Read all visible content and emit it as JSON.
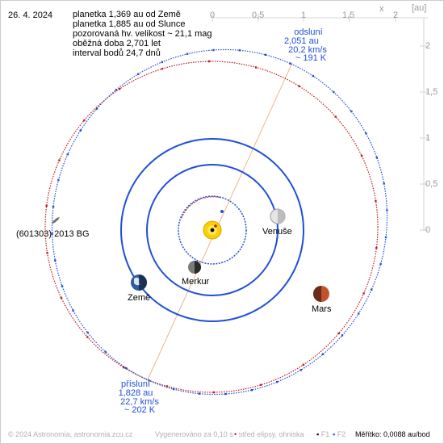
{
  "date": "26. 4. 2024",
  "info": {
    "line1": "planetka 1,369 au od Země",
    "line2": "planetka 1,885 au od Slunce",
    "line3": "pozorovaná hv. velikost ~ 21,1 mag",
    "line4": "oběžná doba 2,701 let",
    "line5": "interval bodů 24,7 dnů"
  },
  "axis": {
    "x_label": "x",
    "unit_label": "[au]",
    "x_ticks": [
      "0",
      "0,5",
      "1",
      "1,5",
      "2"
    ],
    "y_ticks": [
      "2",
      "1,5",
      "1",
      "0,5",
      "0"
    ]
  },
  "bodies": {
    "mercury": "Merkur",
    "venus": "Venuše",
    "earth": "Země",
    "mars": "Mars",
    "asteroid": "(601303) 2013 BG"
  },
  "aphelion": {
    "title": "odsluní",
    "distance": "2,051 au",
    "speed": "20,2 km/s",
    "temp": "~ 191 K"
  },
  "perihelion": {
    "title": "přísluní",
    "distance": "1,828 au",
    "speed": "22,7 km/s",
    "temp": "~ 202 K"
  },
  "footer": {
    "copyright": "© 2024 Astronomia, astronomia.zcu.cz",
    "generated": "Vygenerováno za 0,10 s",
    "legend_center": "střed elipsy, ohniska",
    "f1": "F1",
    "f2": "F2",
    "scale": "Měřítko: 0,0088 au/bod"
  },
  "colors": {
    "asteroid_orbit": "#1f4fd6",
    "mars_orbit": "#c41a1a",
    "planet_orbit": "#1f4fd6",
    "apsides_line": "#f2b48a",
    "grid": "#d0d0d0",
    "sun": "#f5d300"
  }
}
